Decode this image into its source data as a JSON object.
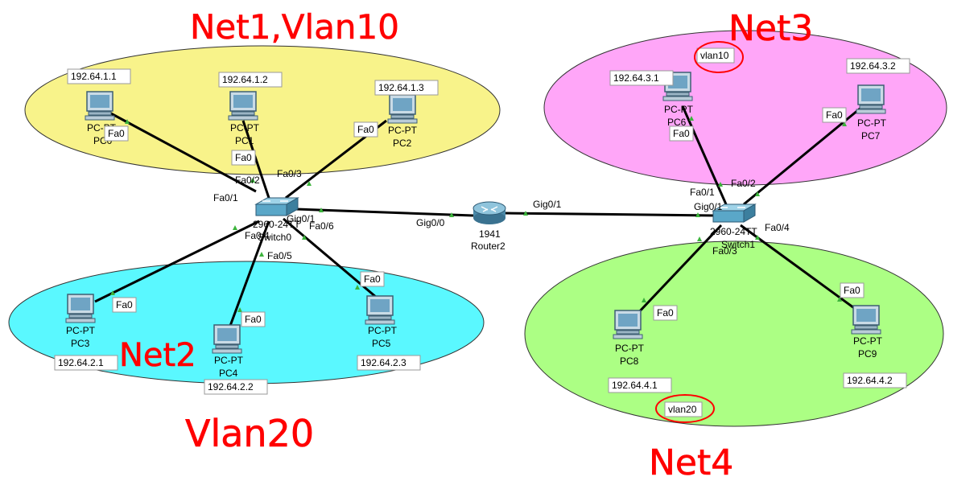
{
  "diagram": {
    "zones": [
      {
        "id": "net1",
        "color": "#f8f38a"
      },
      {
        "id": "net2",
        "color": "#5af8ff"
      },
      {
        "id": "net3",
        "color": "#ffa6f8"
      },
      {
        "id": "net4",
        "color": "#acff84"
      }
    ],
    "pcs": [
      {
        "id": "pc0",
        "type": "PC-PT",
        "name": "PC0",
        "ip": "192.64.1.1",
        "port": "Fa0"
      },
      {
        "id": "pc1",
        "type": "PC-PT",
        "name": "PC1",
        "ip": "192.64.1.2",
        "port": "Fa0"
      },
      {
        "id": "pc2",
        "type": "PC-PT",
        "name": "PC2",
        "ip": "192.64.1.3",
        "port": "Fa0"
      },
      {
        "id": "pc3",
        "type": "PC-PT",
        "name": "PC3",
        "ip": "192.64.2.1",
        "port": "Fa0"
      },
      {
        "id": "pc4",
        "type": "PC-PT",
        "name": "PC4",
        "ip": "192.64.2.2",
        "port": "Fa0"
      },
      {
        "id": "pc5",
        "type": "PC-PT",
        "name": "PC5",
        "ip": "192.64.2.3",
        "port": "Fa0"
      },
      {
        "id": "pc6",
        "type": "PC-PT",
        "name": "PC6",
        "ip": "192.64.3.1",
        "port": "Fa0"
      },
      {
        "id": "pc7",
        "type": "PC-PT",
        "name": "PC7",
        "ip": "192.64.3.2",
        "port": "Fa0"
      },
      {
        "id": "pc8",
        "type": "PC-PT",
        "name": "PC8",
        "ip": "192.64.4.1",
        "port": "Fa0"
      },
      {
        "id": "pc9",
        "type": "PC-PT",
        "name": "PC9",
        "ip": "192.64.4.2",
        "port": "Fa0"
      }
    ],
    "switch0": {
      "model": "2960-24TT",
      "name": "Switch0",
      "ports": {
        "pc0": "Fa0/1",
        "pc1": "Fa0/2",
        "pc2": "Fa0/3",
        "pc3": "Fa0/4",
        "pc4": "Fa0/5",
        "pc5": "Fa0/6",
        "uplink": "Gig0/1"
      }
    },
    "switch1": {
      "model": "2960-24TT",
      "name": "Switch1",
      "ports": {
        "pc6": "Fa0/1",
        "pc7": "Fa0/2",
        "pc8": "Fa0/3",
        "pc9": "Fa0/4",
        "uplink": "Gig0/1"
      }
    },
    "router": {
      "model": "1941",
      "name": "Router2",
      "port_left": "Gig0/0",
      "port_right": "Gig0/1"
    },
    "notes": {
      "vlan10": "vlan10",
      "vlan20": "vlan20"
    },
    "handwriting": {
      "net1": "Net1,Vlan10",
      "net2": "Net2",
      "net3": "Net3",
      "net4": "Net4",
      "vlan20": "Vlan20"
    }
  }
}
